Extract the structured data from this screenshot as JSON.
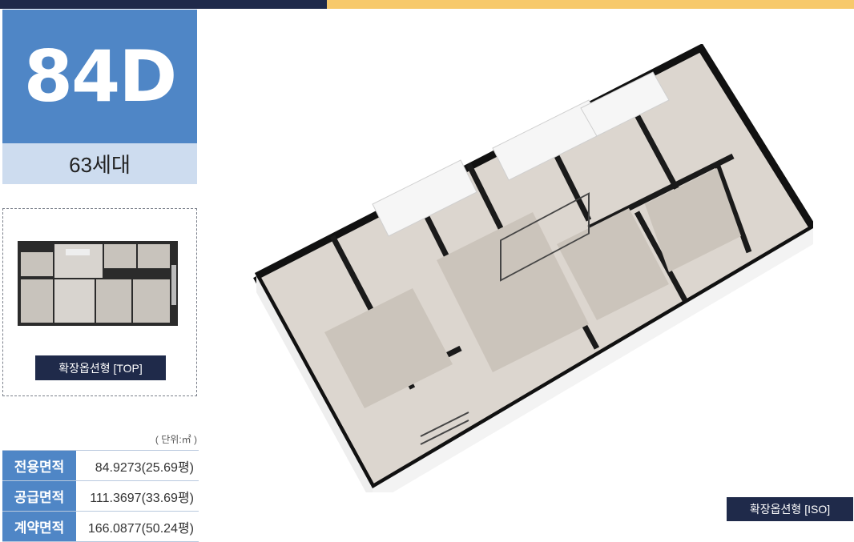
{
  "colors": {
    "navy": "#1f2a4a",
    "accent_yellow": "#f7c96b",
    "blue": "#4f86c6",
    "light_blue": "#cddcef"
  },
  "unit_type": {
    "code": "84D",
    "households": "63세대"
  },
  "thumbnail": {
    "label": "확장옵션형 [TOP]"
  },
  "iso_view": {
    "label": "확장옵션형 [ISO]"
  },
  "area": {
    "unit_note": "( 단위:㎡ )",
    "rows": [
      {
        "label": "전용면적",
        "value": "84.9273(25.69평)"
      },
      {
        "label": "공급면적",
        "value": "111.3697(33.69평)"
      },
      {
        "label": "계약면적",
        "value": "166.0877(50.24평)"
      }
    ]
  }
}
